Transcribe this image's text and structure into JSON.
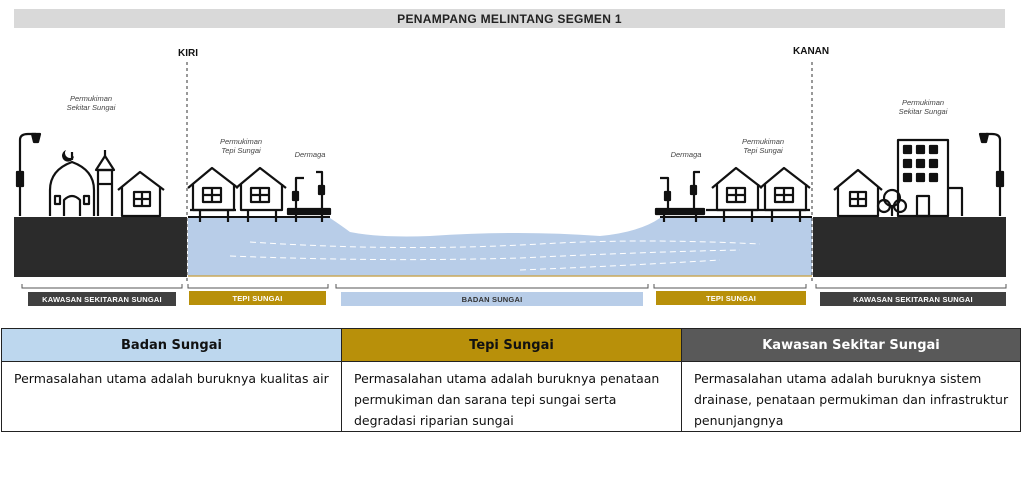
{
  "title": "PENAMPANG MELINTANG SEGMEN 1",
  "sides": {
    "left": "KIRI",
    "right": "KANAN"
  },
  "scene_labels": {
    "permukiman_sekitar_left": "Permukiman\nSekitar Sungai",
    "permukiman_tepi_left": "Permukiman\nTepi Sungai",
    "dermaga_left": "Dermaga",
    "dermaga_right": "Dermaga",
    "permukiman_tepi_right": "Permukiman\nTepi Sungai",
    "permukiman_sekitar_right": "Permukiman\nSekitar Sungai"
  },
  "zones": [
    {
      "label": "KAWASAN SEKITARAN SUNGAI",
      "color": "#404040",
      "text_color": "#ffffff"
    },
    {
      "label": "TEPI SUNGAI",
      "color": "#b8900a",
      "text_color": "#ffffff"
    },
    {
      "label": "BADAN SUNGAI",
      "color": "#b8cde8",
      "text_color": "#333333"
    },
    {
      "label": "TEPI SUNGAI",
      "color": "#b8900a",
      "text_color": "#ffffff"
    },
    {
      "label": "KAWASAN SEKITARAN SUNGAI",
      "color": "#404040",
      "text_color": "#ffffff"
    }
  ],
  "table": {
    "headers": [
      {
        "label": "Badan Sungai",
        "bg": "#bdd7ee",
        "color": "#111111"
      },
      {
        "label": "Tepi Sungai",
        "bg": "#b8900a",
        "color": "#111111"
      },
      {
        "label": "Kawasan Sekitar Sungai",
        "bg": "#595959",
        "color": "#ffffff"
      }
    ],
    "cells": [
      "Permasalahan utama adalah buruknya kualitas air",
      "Permasalahan utama adalah buruknya penataan permukiman dan sarana tepi sungai serta degradasi riparian sungai",
      "Permasalahan utama adalah buruknya sistem drainase, penataan permukiman dan infrastruktur penunjangnya"
    ]
  },
  "colors": {
    "ground": "#2b2b2b",
    "water": "#b8cde8",
    "line": "#111111"
  }
}
